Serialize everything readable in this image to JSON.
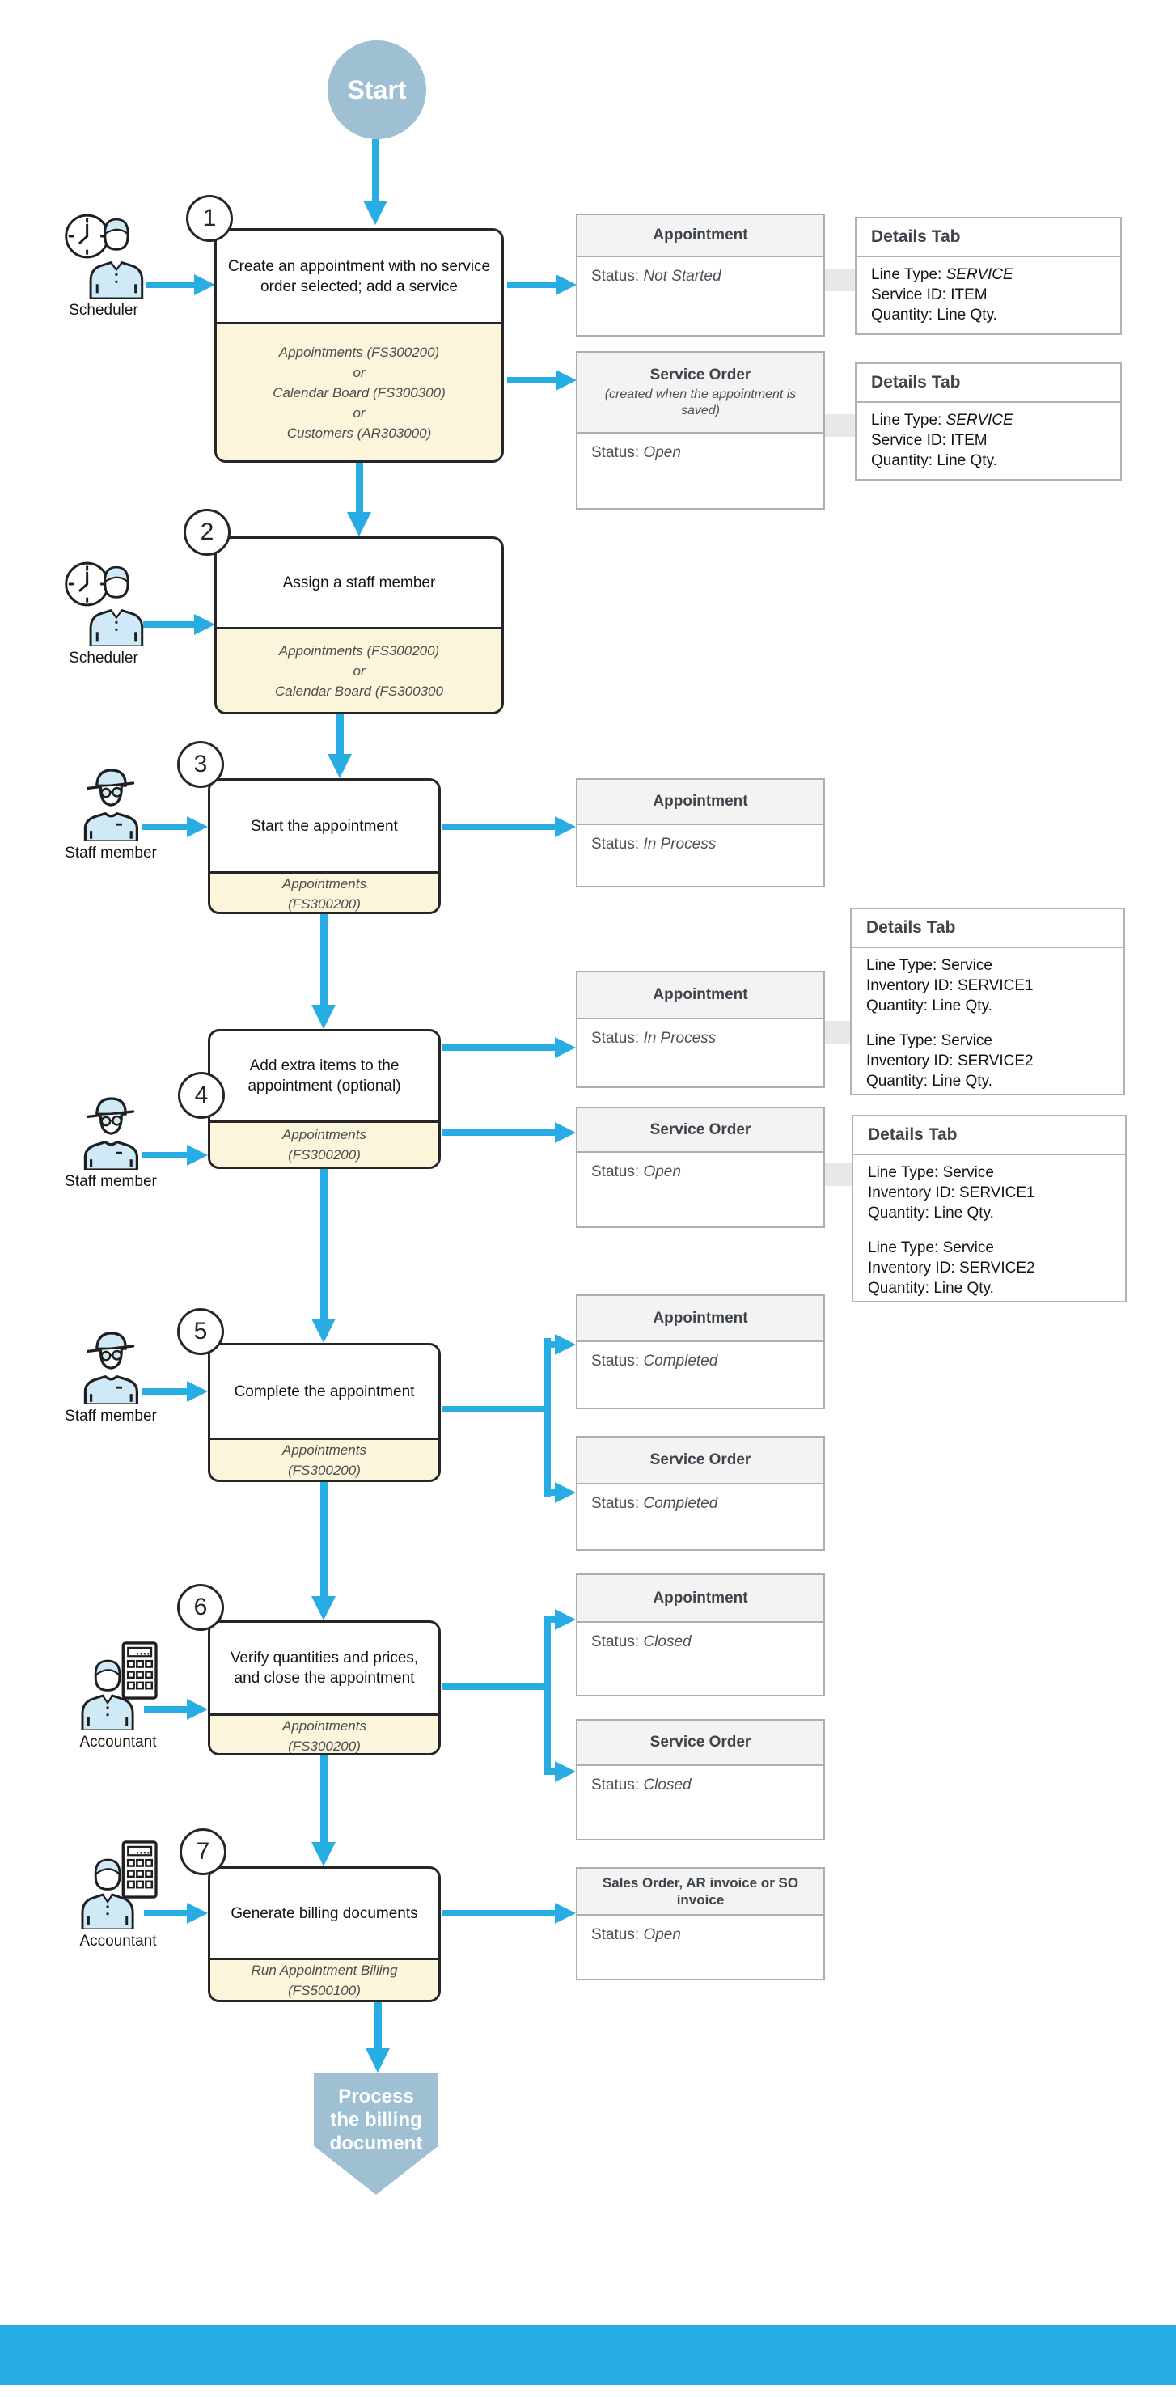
{
  "colors": {
    "arrow": "#27ACE4",
    "node_fill": "#9FBFD3",
    "screens_fill": "#FBF5DC",
    "footer": "#27ACE4"
  },
  "start": {
    "label": "Start"
  },
  "end": {
    "line1": "Process",
    "line2": "the billing",
    "line3": "document"
  },
  "steps": [
    {
      "number": "1",
      "actor": "Scheduler",
      "task": "Create an appointment with no service order selected; add a service",
      "screens": [
        "Appointments (FS300200)",
        "or",
        "Calendar Board (FS300300)",
        "or",
        "Customers (AR303000)"
      ]
    },
    {
      "number": "2",
      "actor": "Scheduler",
      "task": "Assign a staff member",
      "screens": [
        "Appointments (FS300200)",
        "or",
        "Calendar Board (FS300300"
      ]
    },
    {
      "number": "3",
      "actor": "Staff member",
      "task": "Start the appointment",
      "screens": [
        "Appointments",
        "(FS300200)"
      ]
    },
    {
      "number": "4",
      "actor": "Staff member",
      "task": "Add extra items to the appointment (optional)",
      "screens": [
        "Appointments",
        "(FS300200)"
      ]
    },
    {
      "number": "5",
      "actor": "Staff member",
      "task": "Complete the appointment",
      "screens": [
        "Appointments",
        "(FS300200)"
      ]
    },
    {
      "number": "6",
      "actor": "Accountant",
      "task": "Verify quantities and prices, and close the appointment",
      "screens": [
        "Appointments",
        "(FS300200)"
      ]
    },
    {
      "number": "7",
      "actor": "Accountant",
      "task": "Generate billing documents",
      "screens": [
        "Run Appointment Billing",
        "(FS500100)"
      ]
    }
  ],
  "outputs": {
    "s1_appointment": {
      "title": "Appointment",
      "status_label": "Status:",
      "status": "Not Started"
    },
    "s1_service_order": {
      "title": "Service Order",
      "note": "(created when the appointment is saved)",
      "status_label": "Status:",
      "status": "Open"
    },
    "s3_appointment": {
      "title": "Appointment",
      "status_label": "Status:",
      "status": "In Process"
    },
    "s4_appointment": {
      "title": "Appointment",
      "status_label": "Status:",
      "status": "In Process"
    },
    "s4_service_order": {
      "title": "Service Order",
      "status_label": "Status:",
      "status": "Open"
    },
    "s5_appointment": {
      "title": "Appointment",
      "status_label": "Status:",
      "status": "Completed"
    },
    "s5_service_order": {
      "title": "Service Order",
      "status_label": "Status:",
      "status": "Completed"
    },
    "s6_appointment": {
      "title": "Appointment",
      "status_label": "Status:",
      "status": "Closed"
    },
    "s6_service_order": {
      "title": "Service Order",
      "status_label": "Status:",
      "status": "Closed"
    },
    "s7_billing": {
      "title": "Sales Order, AR invoice or SO invoice",
      "status_label": "Status:",
      "status": "Open"
    }
  },
  "details": {
    "title": "Details Tab",
    "service_tab": {
      "line1_label": "Line Type: ",
      "line1_value": "SERVICE",
      "line2": "Service ID: ITEM",
      "line3": "Quantity: Line Qty."
    },
    "inventory_tab": {
      "group1": [
        "Line Type: Service",
        "Inventory ID: SERVICE1",
        "Quantity: Line Qty."
      ],
      "group2": [
        "Line Type: Service",
        "Inventory ID: SERVICE2",
        "Quantity: Line Qty."
      ]
    }
  }
}
